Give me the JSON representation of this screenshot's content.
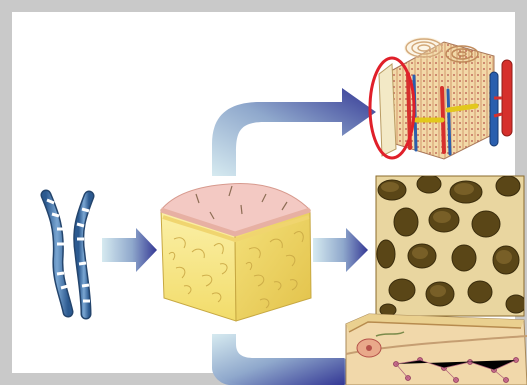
{
  "figure": {
    "items": [
      {
        "id": "chromosomes",
        "icon": "chromosome-pair-icon"
      },
      {
        "id": "tissue-block",
        "icon": "tissue-cube-icon"
      },
      {
        "id": "cortical-bone",
        "icon": "compact-bone-osteon-icon",
        "highlight": "red-ellipse"
      },
      {
        "id": "trabecular-bone",
        "icon": "spongy-bone-icon"
      },
      {
        "id": "growth-plate",
        "icon": "bone-marrow-section-icon"
      }
    ],
    "arrows": [
      {
        "from": "chromosomes",
        "to": "tissue-block"
      },
      {
        "from": "tissue-block",
        "to": "cortical-bone"
      },
      {
        "from": "tissue-block",
        "to": "trabecular-bone"
      },
      {
        "from": "tissue-block",
        "to": "growth-plate"
      }
    ],
    "colors": {
      "frame": "#c9c9c9",
      "arrow_start": "#cfe4ea",
      "arrow_end": "#3a3d99",
      "tissue": "#f5e27a",
      "tissue_top": "#f3c9c3",
      "highlight": "#e0202a",
      "chromosome": "#3d6fa6",
      "bone": "#e9d6a0",
      "cavity": "#5a4617"
    }
  }
}
